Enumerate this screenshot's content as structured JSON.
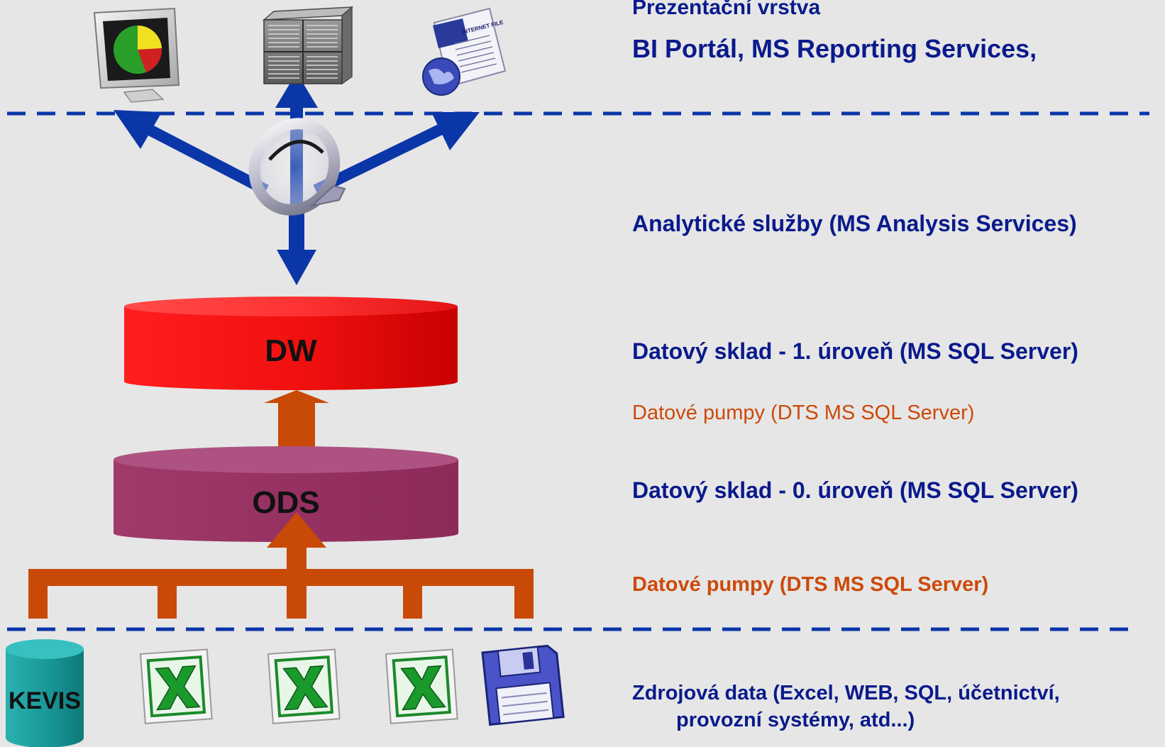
{
  "layers": {
    "presentation_title": "Prezentační vrstva",
    "presentation_tools": "BI Portál, MS Reporting Services,",
    "analysis": "Analytické služby (MS Analysis Services)",
    "dw_level1": "Datový sklad - 1. úroveň (MS SQL Server)",
    "pumps_upper": "Datové pumpy   (DTS MS SQL Server)",
    "dw_level0": "Datový sklad - 0. úroveň (MS SQL Server)",
    "pumps_lower": "Datové pumpy   (DTS MS SQL Server)",
    "source_line1": "Zdrojová data (Excel, WEB, SQL, účetnictví,",
    "source_line2": "provozní systémy, atd...)"
  },
  "stores": {
    "dw": "DW",
    "ods": "ODS",
    "kevis": "KEVIS"
  },
  "icons": {
    "doc_caption": "INTERNET FILE",
    "names": [
      "monitor-pie-chart-icon",
      "server-stack-icon",
      "internet-file-icon",
      "magnifier-icon",
      "kevis-database-icon",
      "excel-file-icon",
      "floppy-disk-icon"
    ]
  },
  "colors": {
    "background": "#e6e6e6",
    "label_blue": "#0a1a8c",
    "label_orange": "#cc4a0a",
    "arrow_blue": "#0a36a8",
    "pump_orange": "#c84a06",
    "dw_red": "#e41414",
    "ods_purple": "#9a3264",
    "kevis_teal": "#1a9a9a",
    "excel_green": "#1a8a2a"
  }
}
